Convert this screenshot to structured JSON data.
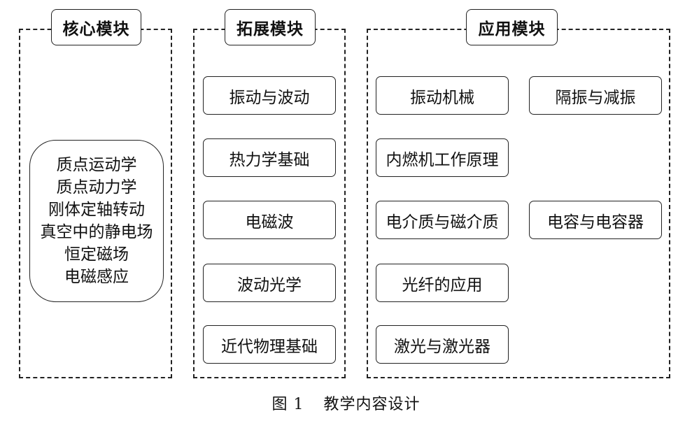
{
  "modules": {
    "core": {
      "title": "核心模块",
      "items": [
        "质点运动学",
        "质点动力学",
        "刚体定轴转动",
        "真空中的静电场",
        "恒定磁场",
        "电磁感应"
      ]
    },
    "extension": {
      "title": "拓展模块",
      "items": [
        "振动与波动",
        "热力学基础",
        "电磁波",
        "波动光学",
        "近代物理基础"
      ]
    },
    "application": {
      "title": "应用模块",
      "left_items": [
        "振动机械",
        "内燃机工作原理",
        "电介质与磁介质",
        "光纤的应用",
        "激光与激光器"
      ],
      "right_items": [
        "隔振与减振",
        "电容与电容器"
      ]
    }
  },
  "caption": {
    "label": "图 1",
    "text": "教学内容设计"
  }
}
